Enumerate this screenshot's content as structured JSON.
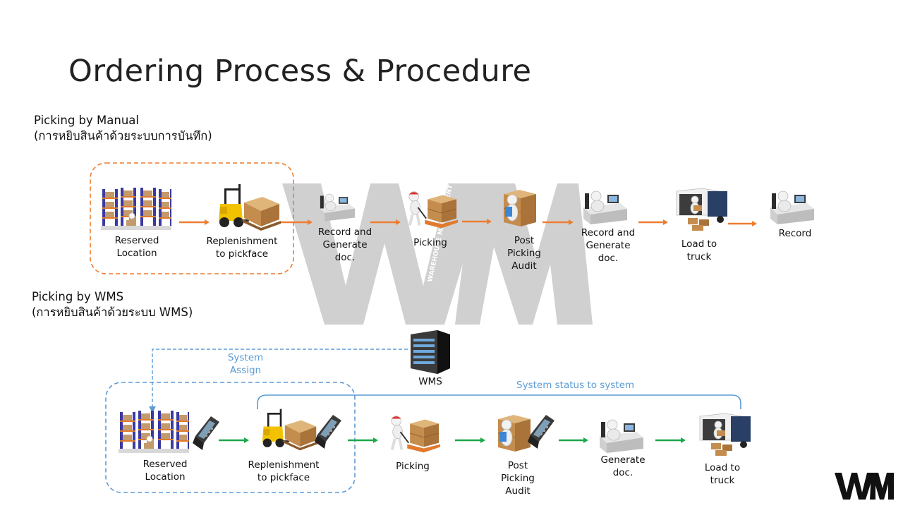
{
  "title": "Ordering Process & Procedure",
  "manual": {
    "heading": "Picking by Manual",
    "subheading": "(การหยิบสินค้าด้วยระบบการบันทึก)",
    "steps": [
      {
        "label": [
          "Reserved",
          "Location"
        ],
        "icon": "warehouse-racks-icon"
      },
      {
        "label": [
          "Replenishment",
          "to pickface"
        ],
        "icon": "forklift-icon"
      },
      {
        "label": [
          "Record and",
          "Generate",
          "doc."
        ],
        "icon": "desk-worker-icon"
      },
      {
        "label": [
          "Picking"
        ],
        "icon": "pallet-jack-icon"
      },
      {
        "label": [
          "Post",
          "Picking",
          "Audit"
        ],
        "icon": "clipboard-boxes-icon"
      },
      {
        "label": [
          "Record and",
          "Generate",
          "doc."
        ],
        "icon": "desk-worker-icon"
      },
      {
        "label": [
          "Load to",
          "truck"
        ],
        "icon": "truck-loading-icon"
      },
      {
        "label": [
          "Record"
        ],
        "icon": "desk-worker-icon"
      }
    ]
  },
  "wms": {
    "heading": "Picking by WMS",
    "subheading": "(การหยิบสินค้าด้วยระบบ WMS)",
    "server_label": "WMS",
    "system_assign": [
      "System",
      "Assign"
    ],
    "status_note": "System status to system",
    "steps": [
      {
        "label": [
          "Reserved",
          "Location"
        ],
        "icon": "warehouse-racks-icon"
      },
      {
        "label": [
          "Replenishment",
          "to pickface"
        ],
        "icon": "forklift-icon"
      },
      {
        "label": [
          "Picking"
        ],
        "icon": "pallet-jack-icon"
      },
      {
        "label": [
          "Post",
          "Picking",
          "Audit"
        ],
        "icon": "clipboard-boxes-icon"
      },
      {
        "label": [
          "Generate",
          "doc."
        ],
        "icon": "desk-worker-icon"
      },
      {
        "label": [
          "Load to",
          "truck"
        ],
        "icon": "truck-loading-icon"
      }
    ]
  },
  "watermark_text": "WAREHOUSE MANAGEMENT",
  "logo_text": "WM",
  "colors": {
    "manual_arrow": "#ed7d31",
    "wms_arrow": "#1aa84a",
    "wms_link": "#5b9bd5",
    "watermark": "#d0d0d0"
  }
}
